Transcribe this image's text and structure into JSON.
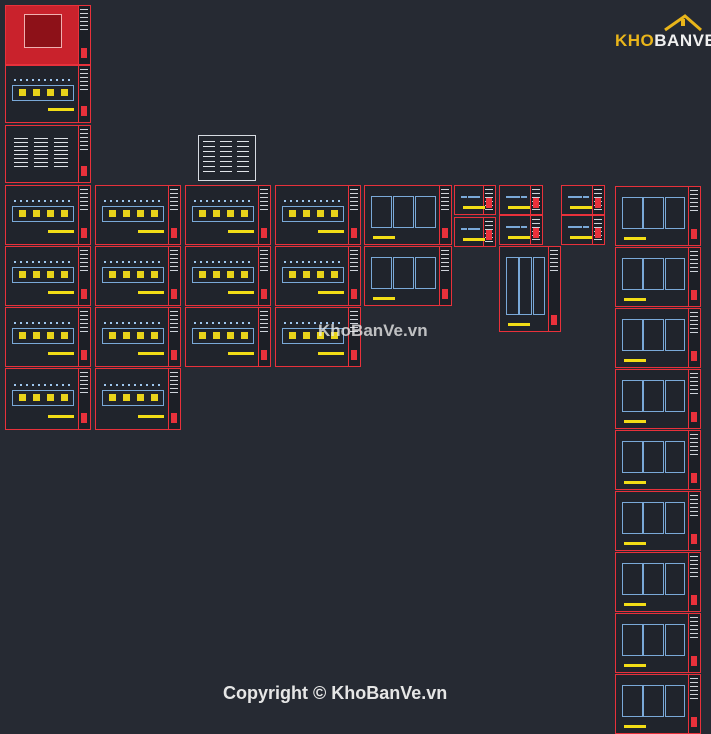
{
  "canvas": {
    "background_color": "#262a33",
    "sheet_border_color": "#e8313b",
    "highlight_color": "#f2dd16"
  },
  "branding": {
    "logo_text_part1": "KHO",
    "logo_text_part2": "BANVE",
    "logo_icon": "house-roof-icon",
    "watermark": "KhoBanVe.vn",
    "copyright": "Copyright © KhoBanVe.vn"
  },
  "drawing_sheets": {
    "columns": [
      "column-1",
      "column-2",
      "column-3",
      "column-4",
      "column-5",
      "column-6",
      "column-7",
      "column-8",
      "column-9"
    ]
  }
}
